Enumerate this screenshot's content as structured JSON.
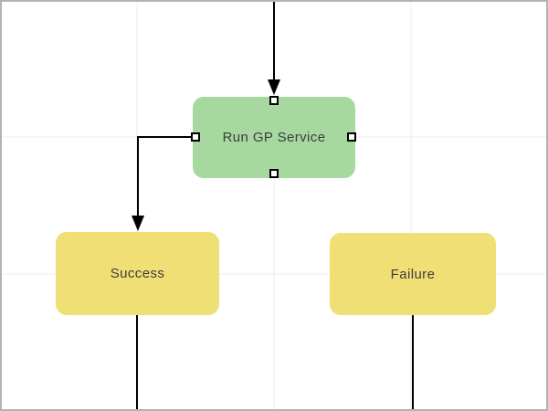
{
  "canvas": {
    "background": "#ffffff",
    "frame_border_color": "#b3b3b3",
    "grid_color": "#eeeeee",
    "grid_spacing": 150
  },
  "palette": {
    "process_fill": "#a6d8a0",
    "terminal_fill": "#f0df74",
    "edge_color": "#000000",
    "handle_fill": "#ffffff",
    "handle_border": "#000000",
    "label_color": "#3d3d3d"
  },
  "nodes": [
    {
      "id": "run-gp-service",
      "label": "Run GP Service",
      "kind": "process",
      "fill": "#a6d8a0",
      "has_connection_handles": true
    },
    {
      "id": "success",
      "label": "Success",
      "kind": "terminal",
      "fill": "#f0df74",
      "has_connection_handles": false
    },
    {
      "id": "failure",
      "label": "Failure",
      "kind": "terminal",
      "fill": "#f0df74",
      "has_connection_handles": false
    }
  ],
  "edges": [
    {
      "from": "offscreen-top",
      "to": "run-gp-service",
      "arrowhead": true
    },
    {
      "from": "run-gp-service",
      "to": "success",
      "arrowhead": true
    },
    {
      "from": "success",
      "to": "offscreen-bottom",
      "arrowhead": false
    },
    {
      "from": "failure",
      "to": "offscreen-bottom",
      "arrowhead": false
    }
  ],
  "handles": [
    "top",
    "right",
    "bottom",
    "left"
  ]
}
